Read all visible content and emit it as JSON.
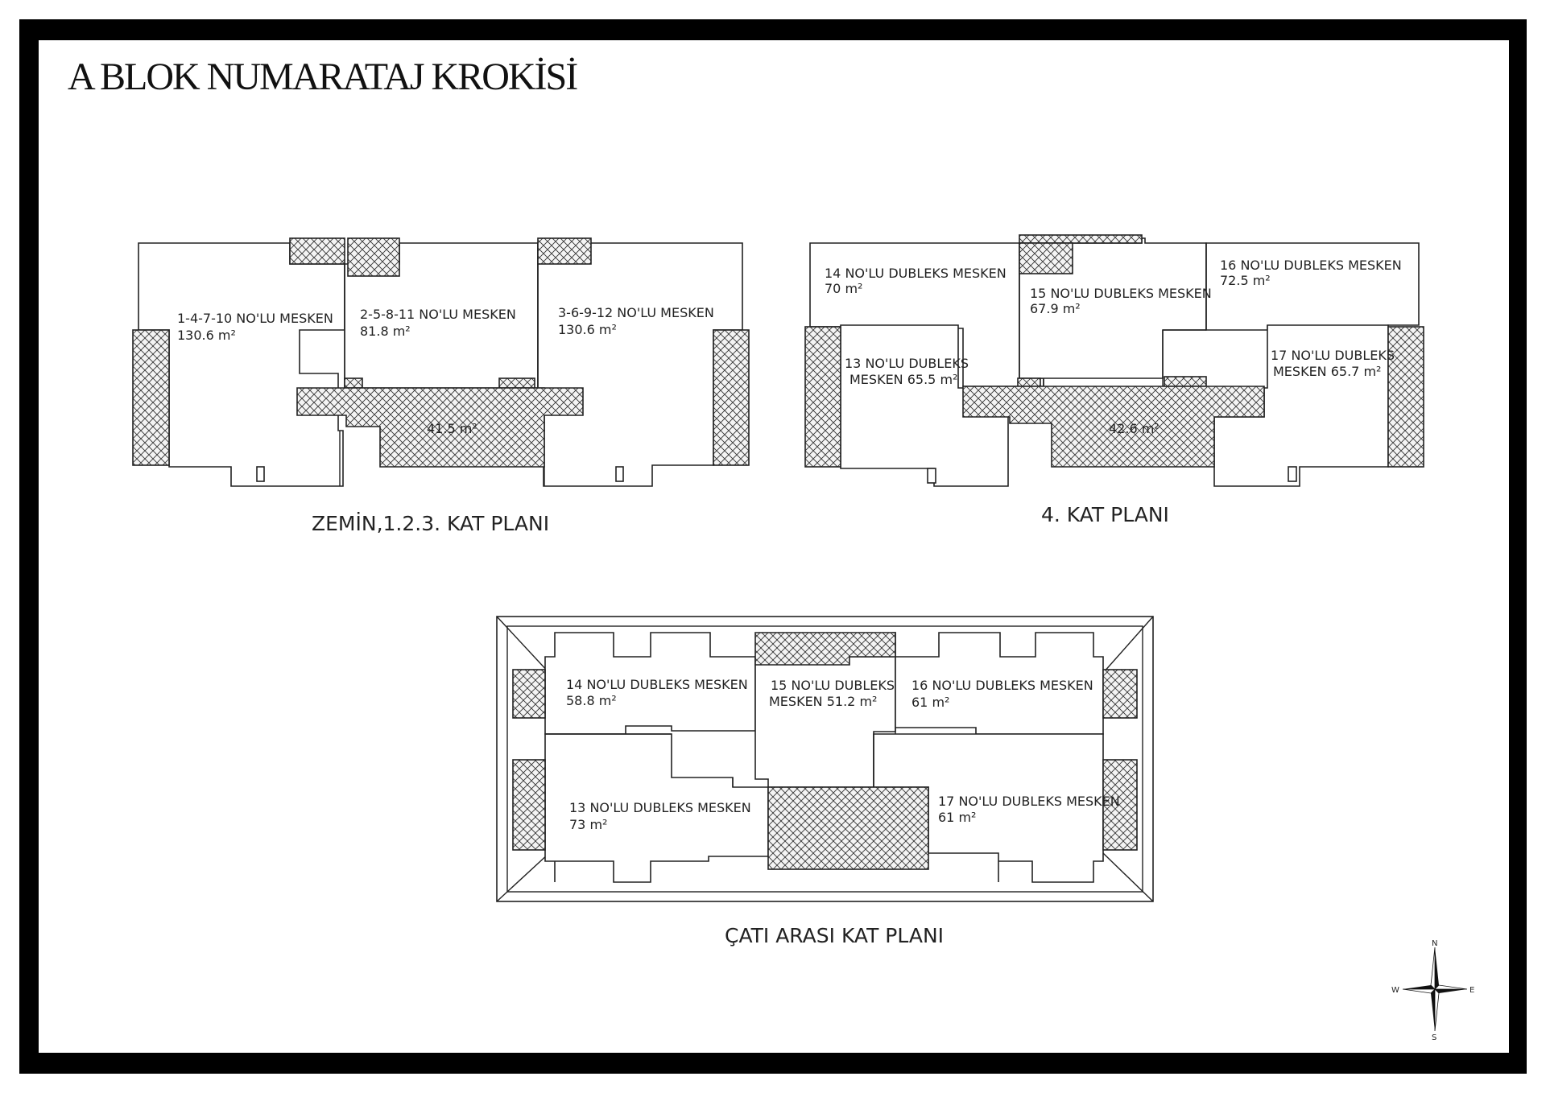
{
  "title": "A BLOK NUMARATAJ KROKİSİ",
  "plans": {
    "ground": {
      "caption": "ZEMİN,1.2.3. KAT PLANI",
      "units": [
        {
          "name": "1-4-7-10 NO'LU MESKEN",
          "area": "130.6 m²"
        },
        {
          "name": "2-5-8-11 NO'LU MESKEN",
          "area": "81.8 m²"
        },
        {
          "name": "3-6-9-12 NO'LU MESKEN",
          "area": "130.6 m²"
        }
      ],
      "common_area": "41.5 m²"
    },
    "fourth": {
      "caption": "4. KAT PLANI",
      "units": [
        {
          "name": "14 NO'LU DUBLEKS MESKEN",
          "area": "70 m²"
        },
        {
          "name": "15 NO'LU DUBLEKS MESKEN",
          "area": "67.9 m²"
        },
        {
          "name": "16 NO'LU DUBLEKS MESKEN",
          "area": "72.5 m²"
        },
        {
          "name": "13 NO'LU DUBLEKS",
          "area": "MESKEN 65.5 m²"
        },
        {
          "name": "17 NO'LU DUBLEKS",
          "area": "MESKEN 65.7 m²"
        }
      ],
      "common_area": "42.6 m²"
    },
    "attic": {
      "caption": "ÇATI ARASI KAT PLANI",
      "units": [
        {
          "name": "14 NO'LU DUBLEKS MESKEN",
          "area": "58.8 m²"
        },
        {
          "name": "15 NO'LU DUBLEKS",
          "area": "MESKEN 51.2 m²"
        },
        {
          "name": "16 NO'LU DUBLEKS MESKEN",
          "area": "61 m²"
        },
        {
          "name": "13 NO'LU DUBLEKS MESKEN",
          "area": "73 m²"
        },
        {
          "name": "17 NO'LU DUBLEKS MESKEN",
          "area": "61 m²"
        }
      ]
    }
  },
  "compass": {
    "n": "N",
    "s": "S",
    "e": "E",
    "w": "W"
  }
}
